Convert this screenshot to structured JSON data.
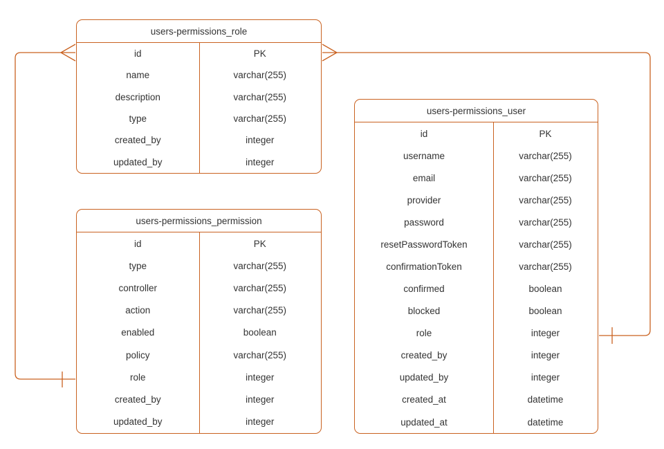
{
  "diagram": {
    "kind": "entity-relationship",
    "accent_color": "#C9611F",
    "text_color": "#333333",
    "background_color": "#FFFFFF",
    "tables": [
      {
        "title": "users-permissions_role",
        "columns": [
          {
            "name": "id",
            "type": "PK"
          },
          {
            "name": "name",
            "type": "varchar(255)"
          },
          {
            "name": "description",
            "type": "varchar(255)"
          },
          {
            "name": "type",
            "type": "varchar(255)"
          },
          {
            "name": "created_by",
            "type": "integer"
          },
          {
            "name": "updated_by",
            "type": "integer"
          }
        ]
      },
      {
        "title": "users-permissions_permission",
        "columns": [
          {
            "name": "id",
            "type": "PK"
          },
          {
            "name": "type",
            "type": "varchar(255)"
          },
          {
            "name": "controller",
            "type": "varchar(255)"
          },
          {
            "name": "action",
            "type": "varchar(255)"
          },
          {
            "name": "enabled",
            "type": "boolean"
          },
          {
            "name": "policy",
            "type": "varchar(255)"
          },
          {
            "name": "role",
            "type": "integer"
          },
          {
            "name": "created_by",
            "type": "integer"
          },
          {
            "name": "updated_by",
            "type": "integer"
          }
        ]
      },
      {
        "title": "users-permissions_user",
        "columns": [
          {
            "name": "id",
            "type": "PK"
          },
          {
            "name": "username",
            "type": "varchar(255)"
          },
          {
            "name": "email",
            "type": "varchar(255)"
          },
          {
            "name": "provider",
            "type": "varchar(255)"
          },
          {
            "name": "password",
            "type": "varchar(255)"
          },
          {
            "name": "resetPasswordToken",
            "type": "varchar(255)"
          },
          {
            "name": "confirmationToken",
            "type": "varchar(255)"
          },
          {
            "name": "confirmed",
            "type": "boolean"
          },
          {
            "name": "blocked",
            "type": "boolean"
          },
          {
            "name": "role",
            "type": "integer"
          },
          {
            "name": "created_by",
            "type": "integer"
          },
          {
            "name": "updated_by",
            "type": "integer"
          },
          {
            "name": "created_at",
            "type": "datetime"
          },
          {
            "name": "updated_at",
            "type": "datetime"
          }
        ]
      }
    ],
    "relationships": [
      {
        "from": "users-permissions_role.id",
        "to": "users-permissions_permission.role",
        "from_cardinality": "many",
        "to_cardinality": "one"
      },
      {
        "from": "users-permissions_role.id",
        "to": "users-permissions_user.role",
        "from_cardinality": "many",
        "to_cardinality": "one"
      }
    ]
  }
}
